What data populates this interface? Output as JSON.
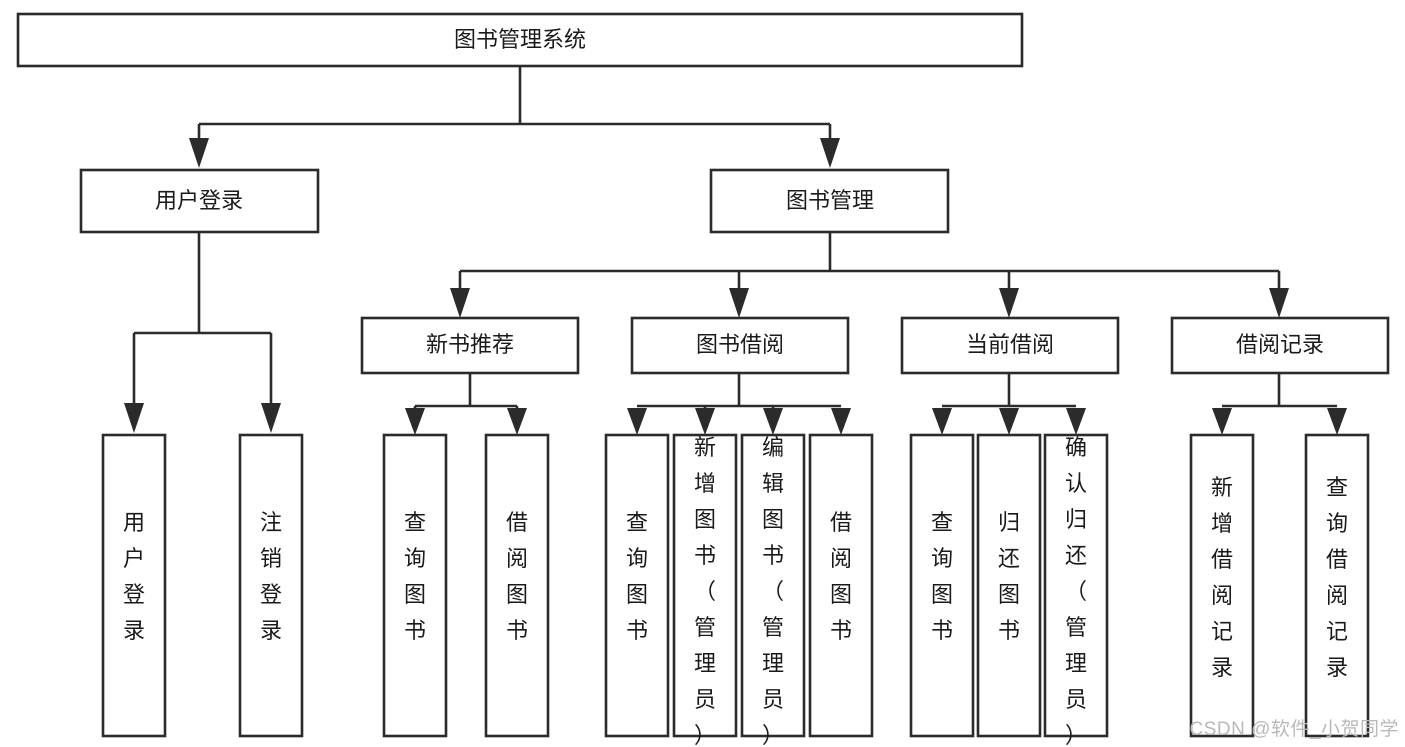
{
  "diagram": {
    "type": "tree",
    "title": "图书管理系统",
    "watermark": "CSDN @软件_小贺同学",
    "colors": {
      "stroke": "#2b2b2b",
      "fill": "#ffffff",
      "text": "#1a1a1a",
      "watermark": "#b9b9b9",
      "background": "#ffffff"
    },
    "root": {
      "label": "图书管理系统"
    },
    "level2": [
      {
        "label": "用户登录"
      },
      {
        "label": "图书管理"
      }
    ],
    "level3": [
      {
        "label": "新书推荐"
      },
      {
        "label": "图书借阅"
      },
      {
        "label": "当前借阅"
      },
      {
        "label": "借阅记录"
      }
    ],
    "leaves": {
      "user_login": [
        {
          "label": "用户登录"
        },
        {
          "label": "注销登录"
        }
      ],
      "new_book_recommend": [
        {
          "label": "查询图书"
        },
        {
          "label": "借阅图书"
        }
      ],
      "book_borrow": [
        {
          "label": "查询图书"
        },
        {
          "label": "新增图书（管理员）"
        },
        {
          "label": "编辑图书（管理员）"
        },
        {
          "label": "借阅图书"
        }
      ],
      "current_borrow": [
        {
          "label": "查询图书"
        },
        {
          "label": "归还图书"
        },
        {
          "label": "确认归还（管理员）"
        }
      ],
      "borrow_record": [
        {
          "label": "新增借阅记录"
        },
        {
          "label": "查询借阅记录"
        }
      ]
    }
  }
}
